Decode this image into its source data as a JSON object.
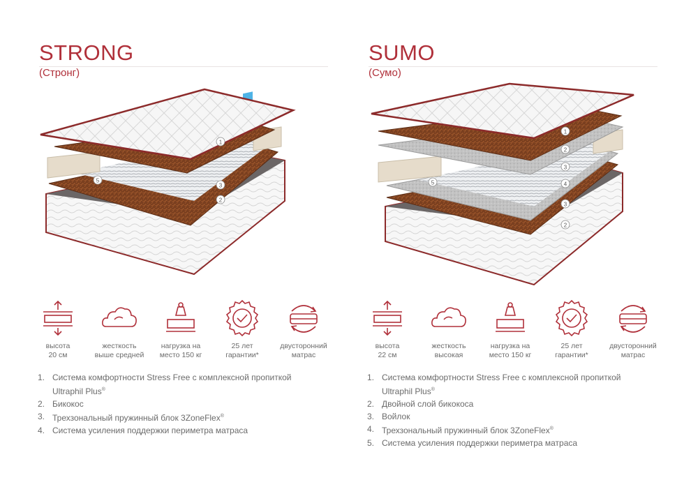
{
  "products": [
    {
      "title": "STRONG",
      "subtitle": "(Стронг)",
      "layer_markers": [
        "1",
        "3",
        "5",
        "2"
      ],
      "specs": [
        {
          "icon": "height-icon",
          "line1": "высота",
          "line2": "20 см"
        },
        {
          "icon": "firmness-cloud-icon",
          "line1": "жесткость",
          "line2": "выше средней"
        },
        {
          "icon": "weight-load-icon",
          "line1": "нагрузка на",
          "line2": "место 150 кг"
        },
        {
          "icon": "warranty-badge-icon",
          "line1": "25 лет",
          "line2": "гарантии*"
        },
        {
          "icon": "double-sided-icon",
          "line1": "двусторонний",
          "line2": "матрас"
        }
      ],
      "features": [
        {
          "num": "1.",
          "text": "Система комфортности Stress Free с комплексной пропиткой",
          "text2": "Ultraphil Plus",
          "mark": "®"
        },
        {
          "num": "2.",
          "text": "Бикокос",
          "mark": ""
        },
        {
          "num": "3.",
          "text": "Трехзональный пружинный блок 3ZoneFlex",
          "mark": "®"
        },
        {
          "num": "4.",
          "text": "Система усиления поддержки периметра матраса",
          "mark": ""
        }
      ]
    },
    {
      "title": "SUMO",
      "subtitle": "(Сумо)",
      "layer_markers": [
        "1",
        "2",
        "3",
        "4",
        "3",
        "2",
        "5"
      ],
      "specs": [
        {
          "icon": "height-icon",
          "line1": "высота",
          "line2": "22 см"
        },
        {
          "icon": "firmness-cloud-icon",
          "line1": "жесткость",
          "line2": "высокая"
        },
        {
          "icon": "weight-load-icon",
          "line1": "нагрузка на",
          "line2": "место 150 кг"
        },
        {
          "icon": "warranty-badge-icon",
          "line1": "25 лет",
          "line2": "гарантии*"
        },
        {
          "icon": "double-sided-icon",
          "line1": "двусторонний",
          "line2": "матрас"
        }
      ],
      "features": [
        {
          "num": "1.",
          "text": "Система комфортности Stress Free с комплексной пропиткой",
          "text2": "Ultraphil Plus",
          "mark": "®"
        },
        {
          "num": "2.",
          "text": "Двойной слой бикокоса",
          "mark": ""
        },
        {
          "num": "3.",
          "text": "Войлок",
          "mark": ""
        },
        {
          "num": "4.",
          "text": "Трехзональный пружинный блок 3ZoneFlex",
          "mark": "®"
        },
        {
          "num": "5.",
          "text": "Система усиления поддержки периметра матраса",
          "mark": ""
        }
      ]
    }
  ],
  "colors": {
    "accent": "#b0303a",
    "coir": "#7a3f1f",
    "text": "#6b6b6b",
    "cover": "#f4f4f4",
    "felt": "#bdbdbd"
  }
}
